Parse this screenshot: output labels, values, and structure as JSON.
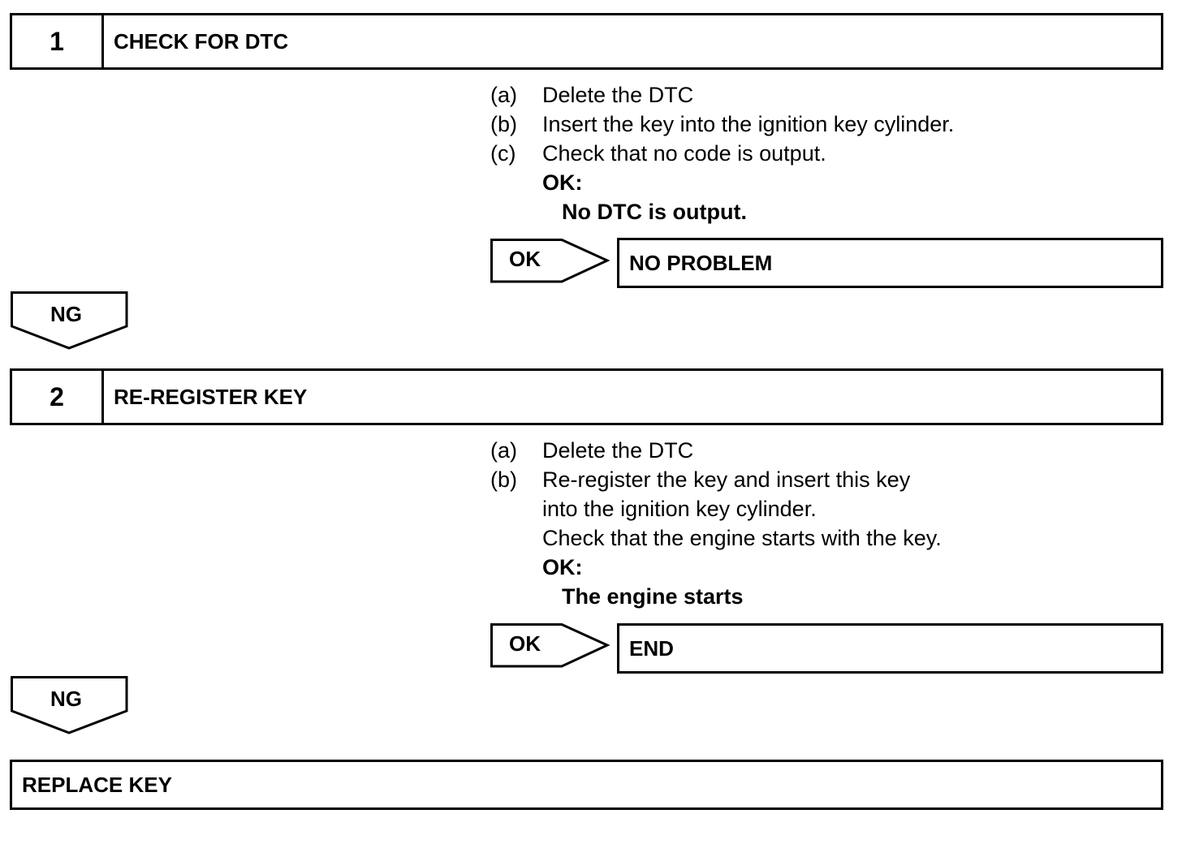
{
  "steps": [
    {
      "number": "1",
      "title": "CHECK FOR DTC",
      "instructions": [
        {
          "label": "(a)",
          "text": "Delete the DTC"
        },
        {
          "label": "(b)",
          "text": "Insert the key into the ignition key cylinder."
        },
        {
          "label": "(c)",
          "text": "Check that no code is output."
        }
      ],
      "ok_heading": "OK:",
      "ok_condition": "No DTC is output.",
      "ok_arrow": "OK",
      "ok_result": "NO PROBLEM",
      "ng_arrow": "NG"
    },
    {
      "number": "2",
      "title": "RE-REGISTER KEY",
      "instructions": [
        {
          "label": "(a)",
          "text": "Delete the DTC"
        },
        {
          "label": "(b)",
          "text": "Re-register the key and insert this key"
        }
      ],
      "continuation": [
        "into the ignition key cylinder.",
        "Check that the engine starts with the key."
      ],
      "ok_heading": "OK:",
      "ok_condition": "The engine starts",
      "ok_arrow": "OK",
      "ok_result": "END",
      "ng_arrow": "NG"
    }
  ],
  "final": {
    "title": "REPLACE KEY"
  }
}
